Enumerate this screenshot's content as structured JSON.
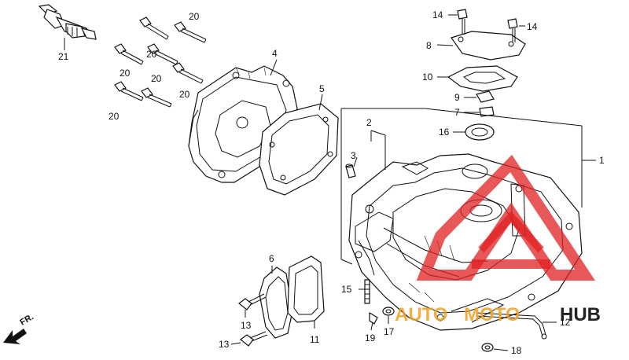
{
  "labels": {
    "p1": "1",
    "p2": "2",
    "p3": "3",
    "p4": "4",
    "p5": "5",
    "p6": "6",
    "p7": "7",
    "p8": "8",
    "p9": "9",
    "p10": "10",
    "p11": "11",
    "p12": "12",
    "p13a": "13",
    "p13b": "13",
    "p14a": "14",
    "p14b": "14",
    "p15": "15",
    "p16": "16",
    "p17": "17",
    "p18": "18",
    "p19": "19",
    "p20a": "20",
    "p20b": "20",
    "p20c": "20",
    "p20d": "20",
    "p20e": "20",
    "p20f": "20",
    "p21": "21"
  },
  "front_marker": "FR.",
  "watermark": {
    "part1": "AUTO",
    "part2": "MOTO",
    "part3": "HUB",
    "color_red": "#e02020",
    "color_orange": "#f0a020",
    "color_dark": "#222222"
  }
}
